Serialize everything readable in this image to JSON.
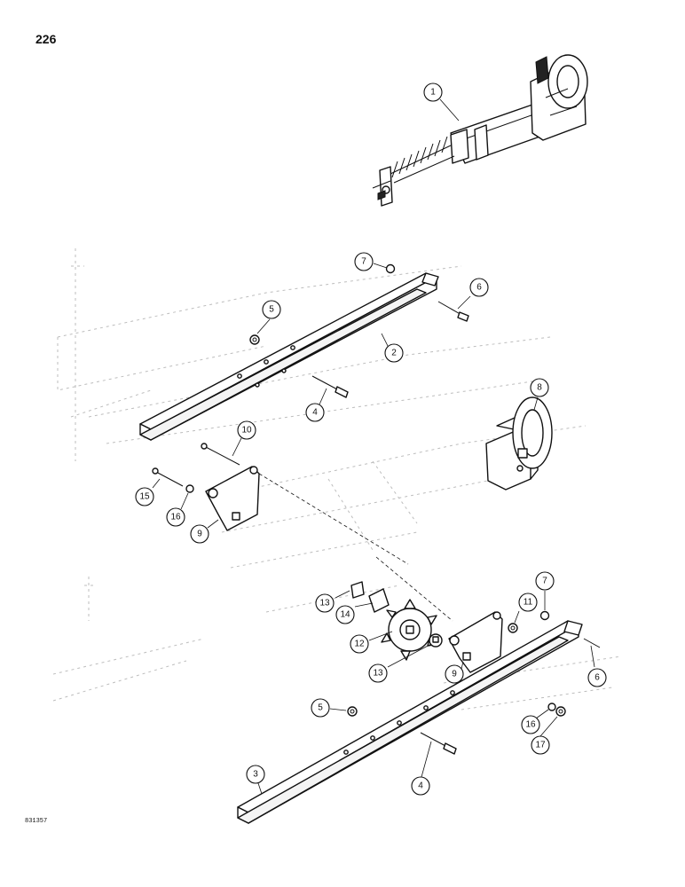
{
  "page": {
    "number": "226",
    "figure_code": "831357"
  },
  "callouts": [
    {
      "id": "c1",
      "label": "1"
    },
    {
      "id": "c2",
      "label": "2"
    },
    {
      "id": "c3",
      "label": "3"
    },
    {
      "id": "c4a",
      "label": "4"
    },
    {
      "id": "c4b",
      "label": "4"
    },
    {
      "id": "c5a",
      "label": "5"
    },
    {
      "id": "c5b",
      "label": "5"
    },
    {
      "id": "c6a",
      "label": "6"
    },
    {
      "id": "c6b",
      "label": "6"
    },
    {
      "id": "c7a",
      "label": "7"
    },
    {
      "id": "c7b",
      "label": "7"
    },
    {
      "id": "c8",
      "label": "8"
    },
    {
      "id": "c9a",
      "label": "9"
    },
    {
      "id": "c9b",
      "label": "9"
    },
    {
      "id": "c10",
      "label": "10"
    },
    {
      "id": "c11",
      "label": "11"
    },
    {
      "id": "c12",
      "label": "12"
    },
    {
      "id": "c13a",
      "label": "13"
    },
    {
      "id": "c13b",
      "label": "13"
    },
    {
      "id": "c14",
      "label": "14"
    },
    {
      "id": "c15",
      "label": "15"
    },
    {
      "id": "c16a",
      "label": "16"
    },
    {
      "id": "c16b",
      "label": "16"
    },
    {
      "id": "c17",
      "label": "17"
    }
  ]
}
